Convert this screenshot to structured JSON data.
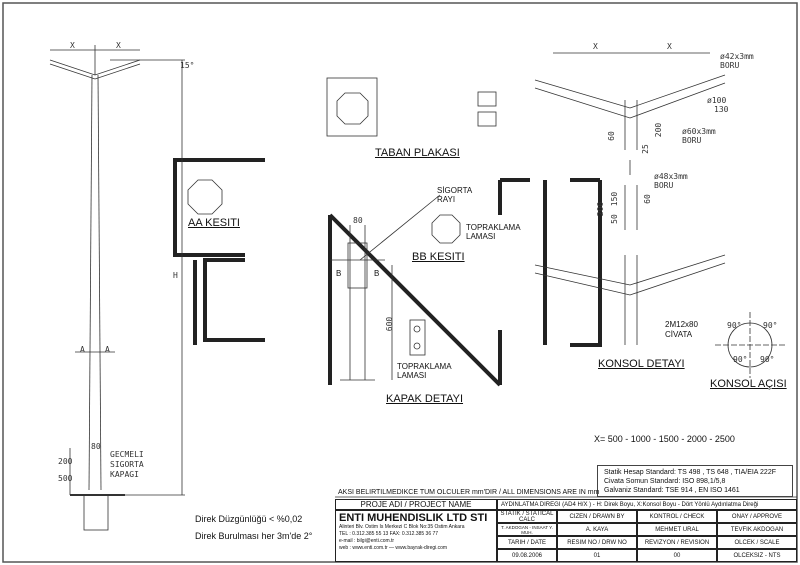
{
  "pole": {
    "dim_x": "X",
    "angle": "15°",
    "dim_h": "H",
    "section_a": "A",
    "dim_80": "80",
    "dim_500": "500",
    "dim_200": "200",
    "fuse_cover": [
      "GECMELI",
      "SIGORTA",
      "KAPAGI"
    ]
  },
  "notes": {
    "straightness": "Direk Düzgünlüğü < %0,02",
    "twist": "Direk Burulması her 3m'de 2°",
    "dimensions": "AKSI BELIRTILMEDIKCE TUM OLCULER mm'DIR / ALL DIMENSIONS ARE IN mm",
    "x_values": "X= 500 - 1000 - 1500 - 2000 - 2500"
  },
  "views": {
    "aa": "AA KESITI",
    "base_plate": "TABAN PLAKASI",
    "bb": "BB KESITI",
    "cover": "KAPAK DETAYI",
    "console": "KONSOL DETAYI",
    "console_angle": "KONSOL AÇISI"
  },
  "labels": {
    "fuse_rail": [
      "SİGORTA",
      "RAYI"
    ],
    "earthing": [
      "TOPRAKLAMA",
      "LAMASI"
    ],
    "b": "B",
    "d80": "80",
    "d600": "600",
    "pipe42": [
      "ø42x3mm",
      "BORU"
    ],
    "pipe60": [
      "ø60x3mm",
      "BORU"
    ],
    "pipe48": [
      "ø48x3mm",
      "BORU"
    ],
    "d100": "ø100",
    "d130": "130",
    "d200": "200",
    "d60": "60",
    "d25": "25",
    "d150": "150",
    "d50": "50",
    "bolt": [
      "2M12x80",
      "CİVATA"
    ],
    "deg": "90°"
  },
  "standards": [
    "Statik Hesap Standard: TS 498 , TS 648 , TIA/EIA 222F",
    "Civata Somun Standard: ISO 898,1/5,8",
    "Galvaniz Standard: TSE 914 , EN ISO 1461"
  ],
  "title_block": {
    "project_label": "PROJE ADI / PROJECT NAME",
    "project_name": "AYDINLATMA DIREGI (AD4 H/X ) - H: Direk Boyu, X:Konsol Boyu - Dört Yönlü Aydınlatma Direği",
    "company": "ENTI MUHENDISLIK LTD STI",
    "address": "Alinteri Blv. Ostim Is Merkezi C Blok No:35 Ostim Ankara",
    "phone": "TEL : 0.312.385 55 13  FAX: 0.312.385 36 77",
    "email": "e-mail : bilgi@enti.com.tr",
    "web": "web   : www.enti.com.tr  —  www.bayrak-diregi.com",
    "headers": [
      "STATİK / STATICAL CALC",
      "CIZEN / DRAWN BY",
      "KONTROL / CHECK",
      "ONAY / APPROVE"
    ],
    "people": [
      "T. AKDOGAN - INSAAT Y. MUH.",
      "A. KAYA",
      "MEHMET URAL",
      "TEVFIK AKDOGAN"
    ],
    "headers2": [
      "TARIH / DATE",
      "RESIM NO / DRW NO",
      "REVIZYON / REVISION",
      "OLCEK / SCALE"
    ],
    "values2": [
      "09.08.2006",
      "01",
      "00",
      "OLCEKSIZ - NTS"
    ]
  }
}
